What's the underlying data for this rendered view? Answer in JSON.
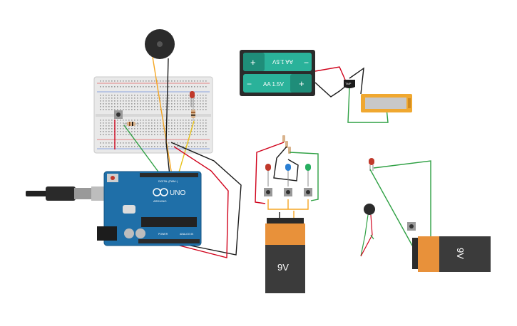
{
  "battery_holder": {
    "cell_top_label": "AA 1.5V",
    "cell_bottom_label": "AA 1.5V",
    "plus": "+",
    "minus": "−"
  },
  "arduino": {
    "model": "UNO",
    "brand": "ARDUINO",
    "header_digital": "DIGITAL (PWM~)",
    "header_power": "POWER",
    "header_analog": "ANALOG IN"
  },
  "battery_9v_center": {
    "label": "9V"
  },
  "battery_9v_right": {
    "label": "9V"
  },
  "temp_sensor": {
    "label": "TMP"
  },
  "colors": {
    "wire_red": "#d0021b",
    "wire_black": "#1a1a1a",
    "wire_green": "#2ea043",
    "wire_orange": "#f5a623",
    "wire_yellow": "#e8c21a",
    "board_blue": "#1f6fa8",
    "battery_orange": "#e8913a",
    "battery_gray": "#3b3b3b",
    "led_red": "#c0392b",
    "led_blue": "#2a7fd4",
    "led_green": "#27ae60"
  }
}
